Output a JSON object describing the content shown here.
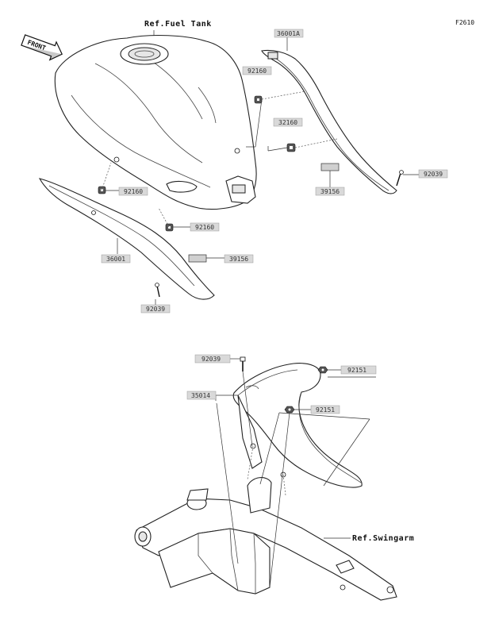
{
  "figure_id": "F2610",
  "front_label": "FRONT",
  "references": {
    "fuel_tank": "Ref.Fuel Tank",
    "swingarm": "Ref.Swingarm"
  },
  "callouts": {
    "c36001a": "36001A",
    "c92160_top": "92160",
    "c32160": "32160",
    "c39156_right": "39156",
    "c92039_right": "92039",
    "c92160_left": "92160",
    "c92160_mid": "92160",
    "c36001": "36001",
    "c39156_left": "39156",
    "c92039_left": "92039",
    "c92039_lower": "92039",
    "c35014": "35014",
    "c92151_right": "92151",
    "c92151_mid": "92151"
  }
}
